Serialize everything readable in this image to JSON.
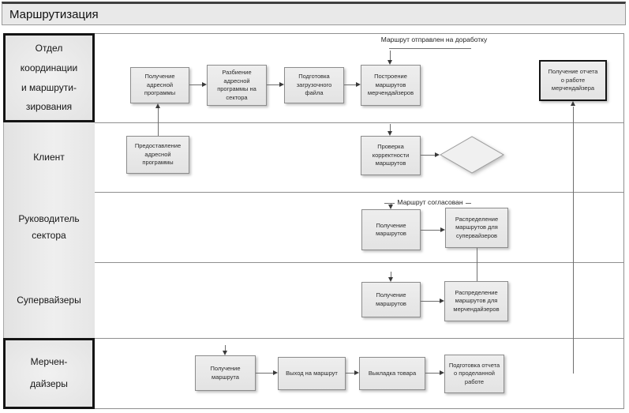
{
  "title": "Маршрутизация",
  "lanes": {
    "coordination": "Отдел\nкоординации\nи маршрути-\nзирования",
    "client": "Клиент",
    "sector_head": "Руководитель\nсектора",
    "supervisors": "Супервайзеры",
    "merchandisers": "Мерчен-\nдайзеры"
  },
  "nodes": {
    "receive_program": "Получение\nадресной\nпрограммы",
    "split_program": "Разбиение\nадресной\nпрограммы на\nсектора",
    "prepare_file": "Подготовка\nзагрузочного\nфайла",
    "build_routes": "Построение\nмаршрутов\nмерчендайзеров",
    "receive_report": "Получение отчета\nо работе\nмерчендайзера",
    "provide_program": "Предоставление\nадресной\nпрограммы",
    "check_routes": "Проверка\nкорректности\nмаршрутов",
    "head_receive_routes": "Получение\nмаршрутов",
    "distribute_supervisors": "Распределение\nмаршрутов для\nсупервайзеров",
    "sup_receive_routes": "Получение\nмаршрутов",
    "distribute_merch": "Распределение\nмаршрутов для\nмерчендайзеров",
    "merch_receive_route": "Получение\nмаршрута",
    "go_route": "Выход на маршрут",
    "display_goods": "Выкладка товара",
    "prepare_report": "Подготовка отчета\nо проделанной\nработе"
  },
  "annotations": {
    "rework": "Маршрут отправлен на доработку",
    "agreed": "Маршрут согласован"
  }
}
